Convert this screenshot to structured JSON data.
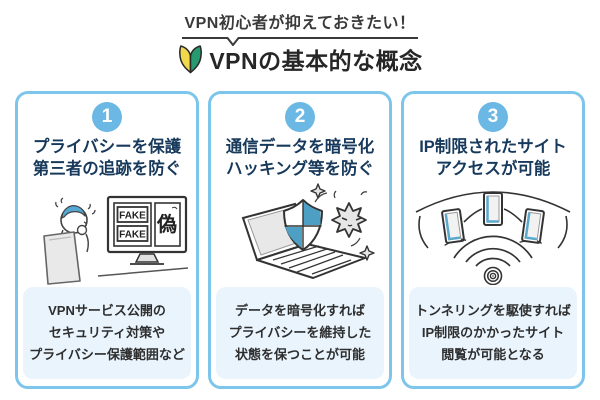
{
  "header": {
    "tagline": "VPN初心者が抑えておきたい！",
    "title": "VPNの基本的な概念",
    "beginner_icon": "wakaba-beginner-mark"
  },
  "colors": {
    "card_border": "#7ec5ec",
    "number_circle": "#6cb8e4",
    "heading_navy": "#17395c",
    "note_bg": "#e9f4fd",
    "illustration_blue": "#4e9fc4",
    "wakaba_yellow": "#f2d84b",
    "wakaba_green": "#279a70",
    "line_dark": "#3a3a3a"
  },
  "cards": [
    {
      "number": "1",
      "heading_line1": "プライバシーを保護",
      "heading_line2": "第三者の追跡を防ぐ",
      "illustration": "worried-person-fake-monitor",
      "screen_labels": {
        "fake_top": "FAKE",
        "fake_bottom": "FAKE",
        "kanji": "偽"
      },
      "note_line1": "VPNサービス公開の",
      "note_line2": "セキュリティ対策や",
      "note_line3": "プライバシー保護範囲など"
    },
    {
      "number": "2",
      "heading_line1": "通信データを暗号化",
      "heading_line2": "ハッキング等を防ぐ",
      "illustration": "laptop-shield-blocking-virus",
      "note_line1": "データを暗号化すれば",
      "note_line2": "プライバシーを維持した",
      "note_line3": "状態を保つことが可能"
    },
    {
      "number": "3",
      "heading_line1": "IP制限されたサイト",
      "heading_line2": "アクセスが可能",
      "illustration": "devices-connected-broadcast-signal",
      "note_line1": "トンネリングを駆使すれば",
      "note_line2": "IP制限のかかったサイト",
      "note_line3": "閲覧が可能となる"
    }
  ]
}
